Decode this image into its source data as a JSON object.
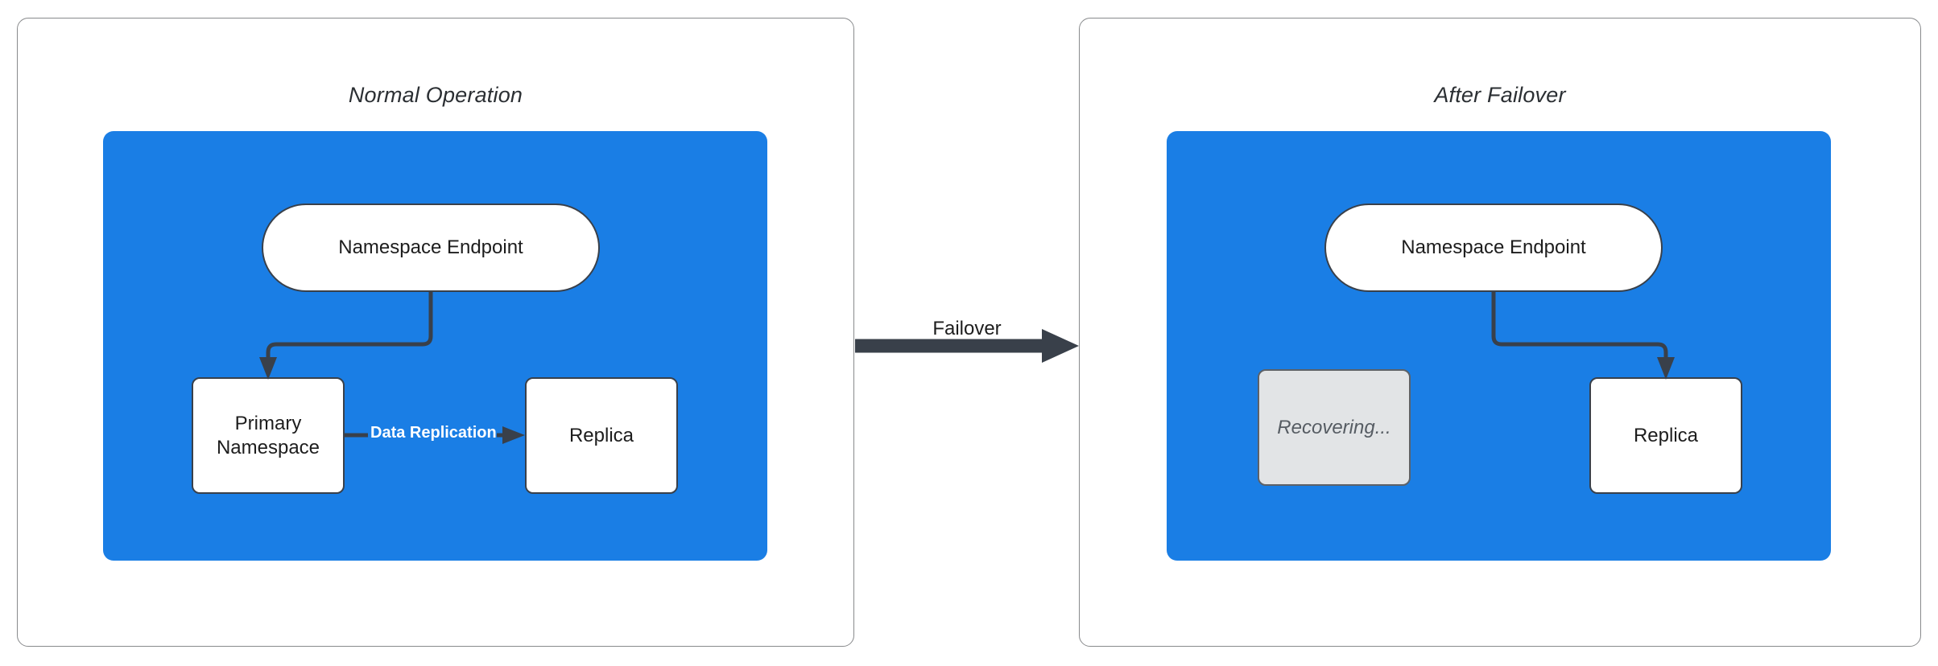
{
  "diagram": {
    "background": "#ffffff",
    "accent_blue": "#1a7ee5",
    "stroke_dark": "#39404a",
    "recovering_fill": "#e2e4e6",
    "panels": [
      {
        "id": "normal-operation",
        "title": "Normal Operation",
        "nodes": [
          {
            "id": "endpoint-left",
            "label": "Namespace Endpoint",
            "shape": "stadium",
            "state": "active"
          },
          {
            "id": "primary-left",
            "label": "Primary\nNamespace",
            "shape": "rect",
            "state": "active"
          },
          {
            "id": "replica-left",
            "label": "Replica",
            "shape": "rect",
            "state": "active"
          }
        ],
        "edges": [
          {
            "from": "endpoint-left",
            "to": "primary-left",
            "label": ""
          },
          {
            "from": "primary-left",
            "to": "replica-left",
            "label": "Data Replication"
          }
        ]
      },
      {
        "id": "after-failover",
        "title": "After Failover",
        "nodes": [
          {
            "id": "endpoint-right",
            "label": "Namespace Endpoint",
            "shape": "stadium",
            "state": "active"
          },
          {
            "id": "recovering",
            "label": "Recovering...",
            "shape": "rect",
            "state": "disabled"
          },
          {
            "id": "replica-right",
            "label": "Replica",
            "shape": "rect",
            "state": "active"
          }
        ],
        "edges": [
          {
            "from": "endpoint-right",
            "to": "replica-right",
            "label": ""
          }
        ]
      }
    ],
    "transition": {
      "label": "Failover",
      "from_panel": "normal-operation",
      "to_panel": "after-failover"
    },
    "node_labels": {
      "endpoint_left": "Namespace Endpoint",
      "primary_left_line1": "Primary",
      "primary_left_line2": "Namespace",
      "replica_left": "Replica",
      "endpoint_right": "Namespace Endpoint",
      "recovering": "Recovering...",
      "replica_right": "Replica"
    },
    "edge_labels": {
      "data_replication": "Data Replication",
      "failover": "Failover"
    },
    "panel_titles": {
      "normal": "Normal Operation",
      "after": "After Failover"
    }
  }
}
